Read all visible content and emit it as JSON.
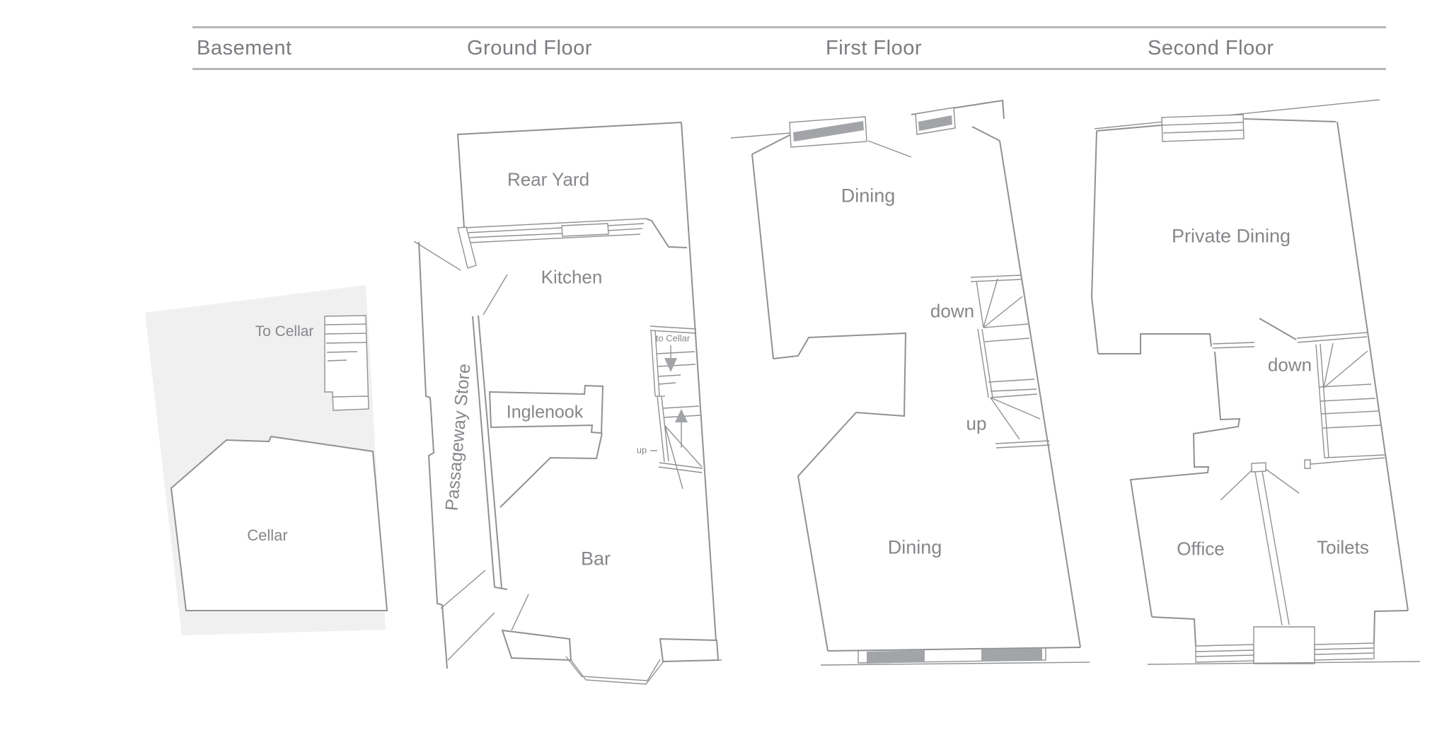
{
  "header": {
    "basement": "Basement",
    "ground": "Ground Floor",
    "first": "First Floor",
    "second": "Second Floor"
  },
  "basement": {
    "to_cellar": "To Cellar",
    "cellar": "Cellar"
  },
  "ground": {
    "rear_yard": "Rear Yard",
    "kitchen": "Kitchen",
    "inglenook": "Inglenook",
    "passageway_store": "Passageway Store",
    "bar": "Bar",
    "to_cellar": "to Cellar",
    "up": "up"
  },
  "first": {
    "dining_upper": "Dining",
    "down": "down",
    "up": "up",
    "dining_lower": "Dining"
  },
  "second": {
    "private_dining": "Private Dining",
    "down": "down",
    "office": "Office",
    "toilets": "Toilets"
  },
  "colors": {
    "wall": "#8f9193",
    "label": "#85878a",
    "header_text": "#7a7c80",
    "rule": "#b5b7b9",
    "basement_fill": "#f0f0f1",
    "window_fill": "#a2a4a7"
  }
}
